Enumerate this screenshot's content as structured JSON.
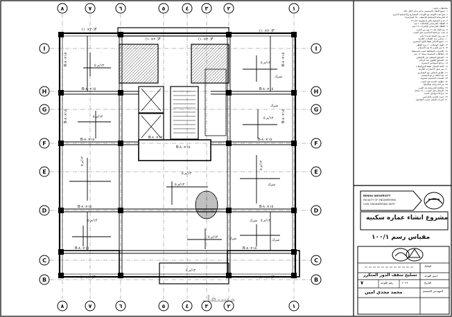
{
  "drawing": {
    "grid_bubbles": {
      "top": [
        "٨",
        "٧",
        "٦",
        "٥",
        "٤",
        "٣",
        "٢",
        "١"
      ],
      "bottom": [
        "٨",
        "٧",
        "٦",
        "٥",
        "٤",
        "٣",
        "٢",
        "١"
      ],
      "left": [
        "I",
        "H",
        "G",
        "F",
        "E",
        "D",
        "C",
        "B"
      ],
      "right": [
        "I",
        "H",
        "G",
        "F",
        "E",
        "D",
        "C",
        "B"
      ]
    },
    "bay_labels": [
      "(٢٠×١٠)F",
      "(٢٠×١٠)F",
      "(٢٠×١٠)F",
      "(٢٠×١٠)F",
      "(٢٠×١٠)F",
      "(٢٠×١٠)F"
    ],
    "beam_labels": [
      "B-١٥×٨٠",
      "B-١٥×٨٠",
      "B-١٥×٨٠",
      "B-١٥×٨٠",
      "B-١٥×٨٠",
      "B-١٥×٨٠",
      "B-١٥×٨٠",
      "B-١٥×٨٠",
      "B-١٥×٨٠",
      "B-١٥×٨٠",
      "B-١٥×٨٠",
      "B-١٥×٨٠",
      "B-١٥×٨٠",
      "B-١٥×٨٠"
    ],
    "rebar_labels": [
      "١٢/م ٥",
      "١٢/م ٥",
      "١٢/م ٥",
      "١٢/م ٥",
      "١٢/م ٥",
      "١٢/م ٥",
      "١٢/م ٥",
      "١٢/م ٥",
      "١٢/م ٥",
      "١٢/م ٥",
      "١٢/م ٥",
      "١٢/م ٥"
    ],
    "notes": [
      "شرك",
      "شرك",
      "شرك",
      "شرك",
      "شرك",
      "شرك"
    ],
    "watermark": "مستقل"
  },
  "notes_panel": {
    "lines": [
      "ملاحظات عامة :",
      "١- جميع الابعاد بالسنتيمتر ما لم يذكر خلاف ذلك",
      "٢- تقرأ هذه اللوحة مع اللوحات المعمارية والانشائية الاخرى",
      "٣- الخرسانة المسلحة للاسقف ٢٥٠ كجم/سم٢",
      "٤- حديد التسليح عالي المقاومة ٣٦٠/٥٢",
      "٥- الغطاء الخرساني للبلاطات ٢ سم",
      "٦- الغطاء الخرساني للكمرات ٢.٥ سم",
      "٧- يتم الفك بعد ٢١ يوم من الصب",
      "٨- يجب مراجعة المناسيب قبل الصب",
      "٩- يتم رش المياه لمدة ٧ ايام",
      "١٠- يراعى ترك الفتحات اللازمة",
      "١١- جميع الاشاير طبقا للكود المصري",
      "١٢- طول الوصلات ٤٠ مرة القطر",
      "١٣- لا يتم الصب الا بعد الاستلام",
      "١٤- الكمرات الساقطة حسب المسقط",
      "١٥- البلاطات المصمتة سمك ١٢ سم",
      "١٦- التسليح السفلي في الاتجاهين",
      "١٧- التسليح العلوي عند الركائز",
      "١٨- يراجع المهندس المشرف",
      "١٩- كافة الاعمال طبقا للمواصفات",
      "٢٠- يتم عمل الاختبارات اللازمة",
      "٢١- تطابق المحاور مع المعماري",
      "٢٢- اية اخطاء ترجع للمصمم",
      "٢٣- الشدات الخشبية مستوية",
      "٢٤- تنظيف الشدة قبل الصب",
      "٢٥- هز الخرسانة ميكانيكيا",
      "٢٦- معالجة الخرسانة بعد الصب",
      "٢٧- الاستلام قبل الصب بـ ٢٤ ساعة",
      "٢٨- مراعاة فواصل التمدد",
      "٢٩- تثبيت الحديد بالكراسي",
      "٣٠- كمرات السلم حسب التفاصيل"
    ]
  },
  "title_block": {
    "university": "BENHA UNIVERSITY",
    "faculty": "FACULTY OF ENGINEERING",
    "department": "CIVIL ENGINEERING DEPT.",
    "project_title": "مشروع انشاء عماره سكنيه",
    "scale": "مقياس رسم ١٠٠/١",
    "row_labels": [
      "المالك",
      "اسم اللوحة",
      "التاريخ",
      "المهندس المصمم"
    ],
    "drawing_name": "تسليح سقف الدور المتكرر",
    "sheet_number": "٧",
    "sheet_label": "رقم اللوحة",
    "date_value": "٢٠٢٣",
    "designer": "محمد مجدي امين"
  }
}
